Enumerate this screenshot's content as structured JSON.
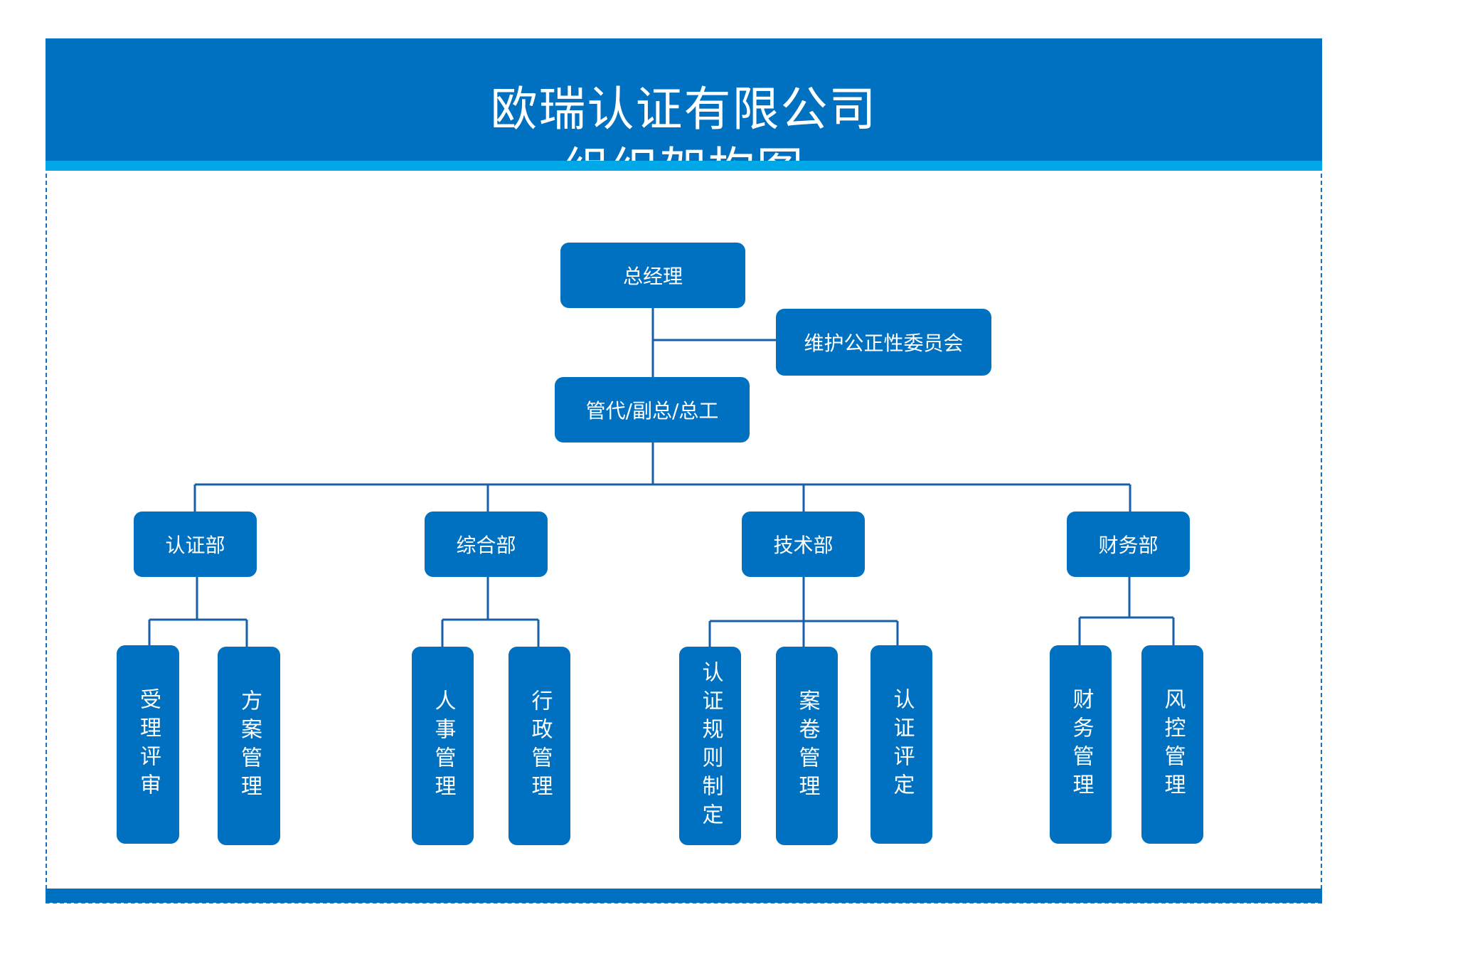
{
  "header": {
    "title_line1": "欧瑞认证有限公司",
    "title_line2": "组织架构图"
  },
  "org": {
    "top": "总经理",
    "committee": "维护公正性委员会",
    "deputy": "管代/副总/总工",
    "departments": [
      {
        "name": "认证部",
        "units": [
          "受理评审",
          "方案管理"
        ]
      },
      {
        "name": "综合部",
        "units": [
          "人事管理",
          "行政管理"
        ]
      },
      {
        "name": "技术部",
        "units": [
          "认证规则制定",
          "案卷管理",
          "认证评定"
        ]
      },
      {
        "name": "财务部",
        "units": [
          "财务管理",
          "风控管理"
        ]
      }
    ]
  },
  "colors": {
    "primary": "#0070c0",
    "accent_strip": "#00a8e8",
    "line": "#1a5fa8"
  }
}
